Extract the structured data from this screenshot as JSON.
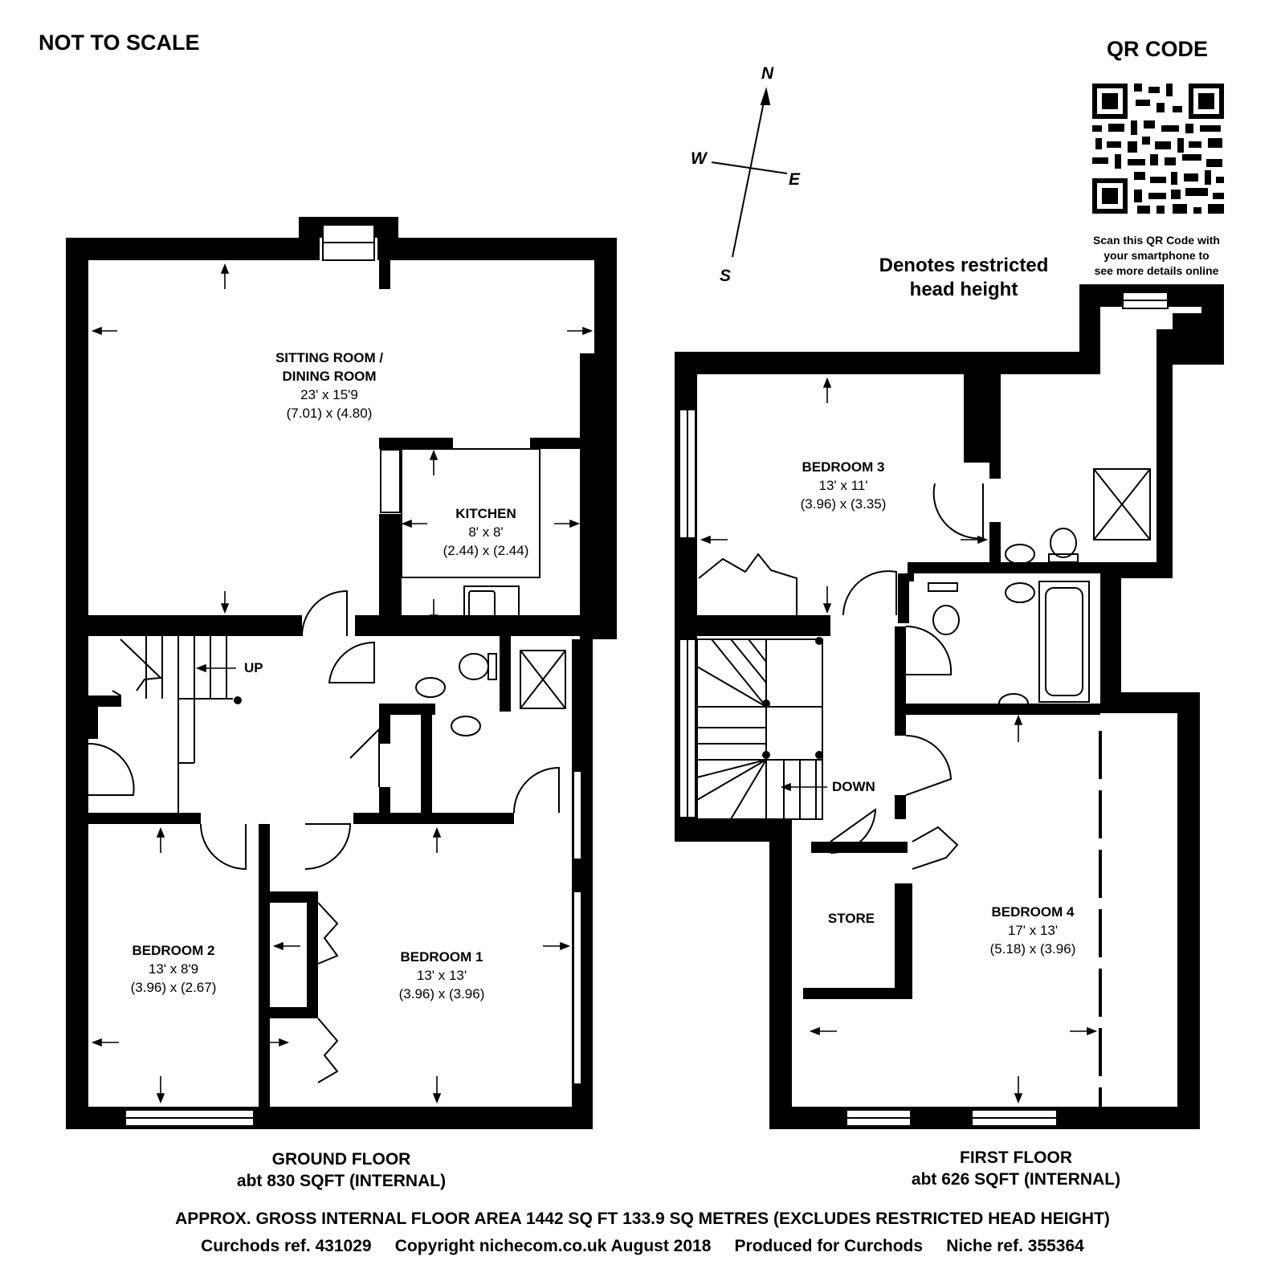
{
  "header": {
    "scale_note": "NOT TO SCALE",
    "qr_title": "QR CODE"
  },
  "qr": {
    "caption": [
      "Scan this QR Code with",
      "your smartphone to",
      "see more details online"
    ]
  },
  "compass": {
    "n": "N",
    "s": "S",
    "e": "E",
    "w": "W"
  },
  "legend": {
    "restricted": [
      "Denotes restricted",
      "head height"
    ]
  },
  "ground_floor": {
    "rooms": {
      "sitting": {
        "name": [
          "SITTING ROOM /",
          "DINING ROOM"
        ],
        "imperial": "23' x 15'9",
        "metric": "(7.01) x (4.80)"
      },
      "kitchen": {
        "name": "KITCHEN",
        "imperial": "8' x 8'",
        "metric": "(2.44) x (2.44)"
      },
      "bedroom1": {
        "name": "BEDROOM 1",
        "imperial": "13' x 13'",
        "metric": "(3.96) x (3.96)"
      },
      "bedroom2": {
        "name": "BEDROOM 2",
        "imperial": "13' x 8'9",
        "metric": "(3.96) x (2.67)"
      }
    },
    "stairs_label": "UP",
    "label": "GROUND FLOOR",
    "area": "abt 830 SQFT (INTERNAL)"
  },
  "first_floor": {
    "rooms": {
      "bedroom3": {
        "name": "BEDROOM 3",
        "imperial": "13' x 11'",
        "metric": "(3.96) x (3.35)"
      },
      "bedroom4": {
        "name": "BEDROOM 4",
        "imperial": "17' x 13'",
        "metric": "(5.18) x (3.96)"
      },
      "store": {
        "name": "STORE"
      }
    },
    "stairs_label": "DOWN",
    "label": "FIRST FLOOR",
    "area": "abt 626 SQFT (INTERNAL)"
  },
  "footer": {
    "gross_area": "APPROX. GROSS INTERNAL FLOOR AREA 1442 SQ FT 133.9 SQ METRES (EXCLUDES RESTRICTED HEAD HEIGHT)",
    "refs": "Curchods ref. 431029     Copyright nichecom.co.uk August 2018     Produced for Curchods     Niche ref. 355364"
  }
}
